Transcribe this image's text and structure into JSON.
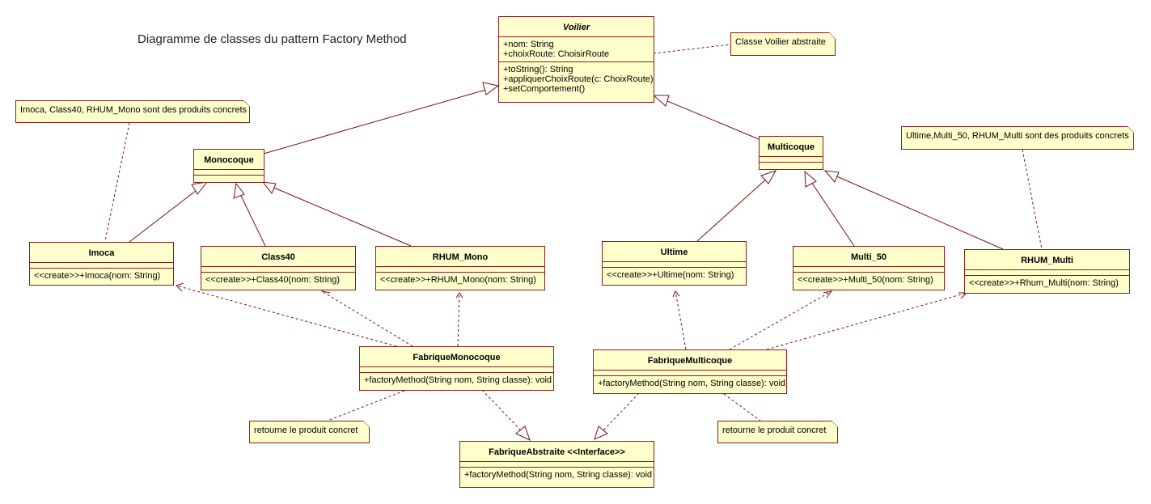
{
  "title": "Diagramme de classes du pattern Factory Method",
  "colors": {
    "class_fill": "#ffffcc",
    "border": "#8b1c1c",
    "line": "#7a1010"
  },
  "classes": {
    "voilier": {
      "name": "Voilier",
      "attributes": [
        "+nom: String",
        "+choixRoute: ChoisirRoute"
      ],
      "operations": [
        "+toString(): String",
        "+appliquerChoixRoute(c: ChoixRoute)",
        "+setComportement()"
      ]
    },
    "monocoque": {
      "name": "Monocoque"
    },
    "multicoque": {
      "name": "Multicoque"
    },
    "imoca": {
      "name": "Imoca",
      "operations": [
        "<<create>>+Imoca(nom: String)"
      ]
    },
    "class40": {
      "name": "Class40",
      "operations": [
        "<<create>>+Class40(nom: String)"
      ]
    },
    "rhum_mono": {
      "name": "RHUM_Mono",
      "operations": [
        "<<create>>+RHUM_Mono(nom: String)"
      ]
    },
    "ultime": {
      "name": "Ultime",
      "operations": [
        "<<create>>+Ultime(nom: String)"
      ]
    },
    "multi_50": {
      "name": "Multi_50",
      "operations": [
        "<<create>>+Multi_50(nom: String)"
      ]
    },
    "rhum_multi": {
      "name": "RHUM_Multi",
      "operations": [
        "<<create>>+Rhum_Multi(nom: String)"
      ]
    },
    "fabrique_monocoque": {
      "name": "FabriqueMonocoque",
      "operations": [
        "+factoryMethod(String nom, String classe): void"
      ]
    },
    "fabrique_multicoque": {
      "name": "FabriqueMulticoque",
      "operations": [
        "+factoryMethod(String nom, String classe): void"
      ]
    },
    "fabrique_abstraite": {
      "name": "FabriqueAbstraite <<Interface>>",
      "operations": [
        "+factoryMethod(String nom, String classe): void"
      ]
    }
  },
  "notes": {
    "voilier_note": "Classe Voilier abstraite",
    "mono_products_note": "Imoca, Class40, RHUM_Mono sont des produits concrets",
    "multi_products_note": "Ultime,Multi_50, RHUM_Multi sont des produits concrets",
    "mono_return_note": "retourne le produit concret",
    "multi_return_note": "retourne le produit concret"
  },
  "relations": [
    {
      "from": "Monocoque",
      "to": "Voilier",
      "type": "generalization"
    },
    {
      "from": "Multicoque",
      "to": "Voilier",
      "type": "generalization"
    },
    {
      "from": "Imoca",
      "to": "Monocoque",
      "type": "generalization"
    },
    {
      "from": "Class40",
      "to": "Monocoque",
      "type": "generalization"
    },
    {
      "from": "RHUM_Mono",
      "to": "Monocoque",
      "type": "generalization"
    },
    {
      "from": "Ultime",
      "to": "Multicoque",
      "type": "generalization"
    },
    {
      "from": "Multi_50",
      "to": "Multicoque",
      "type": "generalization"
    },
    {
      "from": "RHUM_Multi",
      "to": "Multicoque",
      "type": "generalization"
    },
    {
      "from": "FabriqueMonocoque",
      "to": "Imoca",
      "type": "dependency"
    },
    {
      "from": "FabriqueMonocoque",
      "to": "Class40",
      "type": "dependency"
    },
    {
      "from": "FabriqueMonocoque",
      "to": "RHUM_Mono",
      "type": "dependency"
    },
    {
      "from": "FabriqueMulticoque",
      "to": "Ultime",
      "type": "dependency"
    },
    {
      "from": "FabriqueMulticoque",
      "to": "Multi_50",
      "type": "dependency"
    },
    {
      "from": "FabriqueMulticoque",
      "to": "RHUM_Multi",
      "type": "dependency"
    },
    {
      "from": "FabriqueMonocoque",
      "to": "FabriqueAbstraite",
      "type": "realization"
    },
    {
      "from": "FabriqueMulticoque",
      "to": "FabriqueAbstraite",
      "type": "realization"
    }
  ]
}
